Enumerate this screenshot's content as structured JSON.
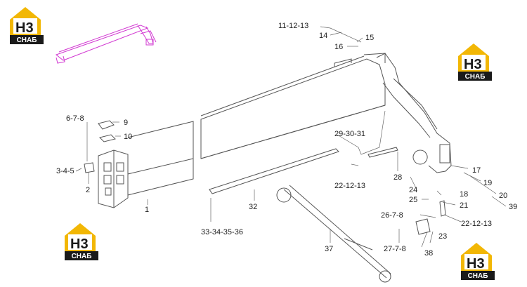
{
  "logo": {
    "mark": "H3",
    "text": "СНАБ"
  },
  "callouts": {
    "c1": "1",
    "c2": "2",
    "c3_4_5": "3-4-5",
    "c6_7_8": "6-7-8",
    "c9": "9",
    "c10": "10",
    "c11_12_13": "11-12-13",
    "c14": "14",
    "c15": "15",
    "c16": "16",
    "c17": "17",
    "c18": "18",
    "c19": "19",
    "c20": "20",
    "c21": "21",
    "c22_12_13_a": "22-12-13",
    "c22_12_13_b": "22-12-13",
    "c23": "23",
    "c24": "24",
    "c25": "25",
    "c26_7_8": "26-7-8",
    "c27_7_8": "27-7-8",
    "c28": "28",
    "c29_30_31": "29-30-31",
    "c32": "32",
    "c33_34_35_36": "33-34-35-36",
    "c37": "37",
    "c38": "38",
    "c39": "39"
  },
  "colors": {
    "logo_house": "#f2b705",
    "logo_band": "#1a1a1a",
    "logo_h": "#1a1a1a",
    "logo_3": "#f2b705",
    "thumbnail_stroke": "#d23ad2",
    "line": "#555555"
  }
}
